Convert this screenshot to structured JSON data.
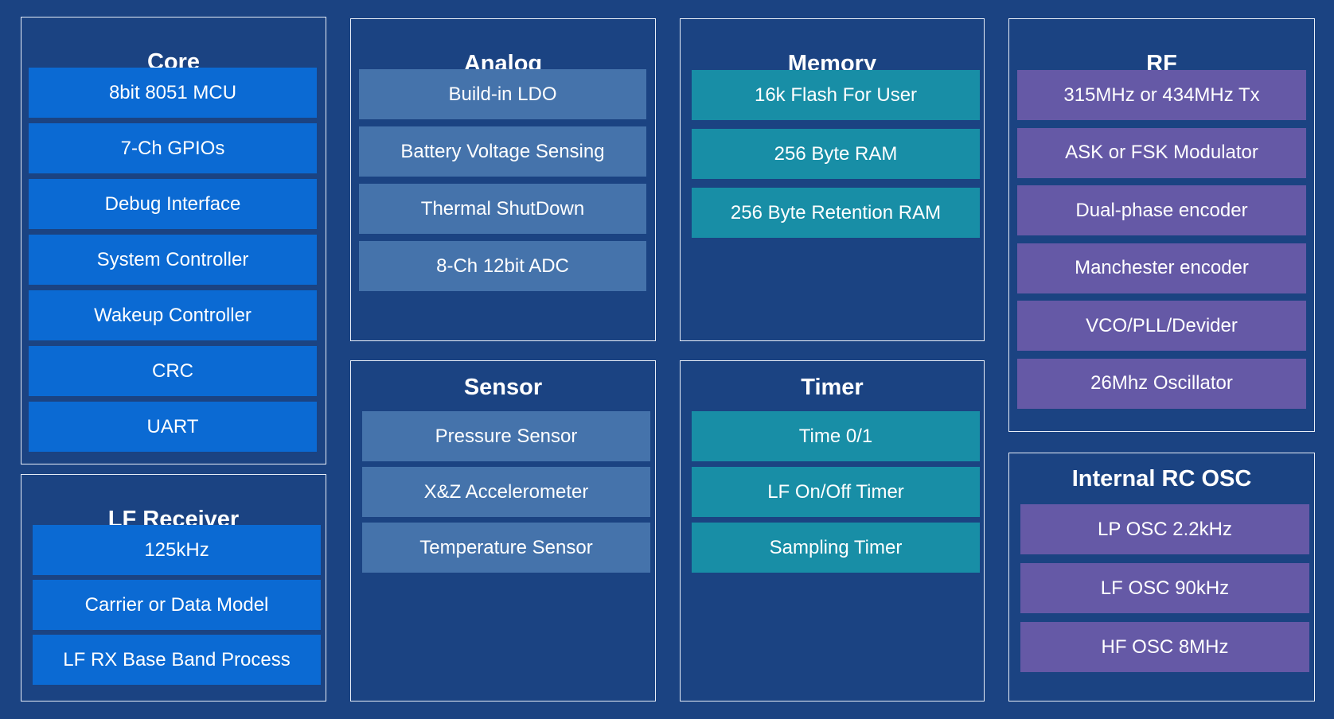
{
  "colors": {
    "background": "#1b4382",
    "border": "#e8eef8",
    "core": "#0b6ad3",
    "analog": "#4573ab",
    "memory": "#188ea6",
    "rf": "#6559a6"
  },
  "panels": [
    {
      "id": "core",
      "title": "Core",
      "color": "core",
      "items": [
        "8bit 8051 MCU",
        "7-Ch GPIOs",
        "Debug Interface",
        "System Controller",
        "Wakeup Controller",
        "CRC",
        "UART"
      ]
    },
    {
      "id": "lf-receiver",
      "title": "LF Receiver",
      "color": "core",
      "items": [
        "125kHz",
        "Carrier or Data Model",
        "LF RX Base Band Process"
      ]
    },
    {
      "id": "analog",
      "title": "Analog",
      "color": "analog",
      "items": [
        "Build-in LDO",
        "Battery Voltage Sensing",
        "Thermal ShutDown",
        "8-Ch 12bit ADC"
      ]
    },
    {
      "id": "sensor",
      "title": "Sensor",
      "color": "analog",
      "items": [
        "Pressure Sensor",
        "X&Z Accelerometer",
        "Temperature Sensor"
      ]
    },
    {
      "id": "memory",
      "title": "Memory",
      "color": "memory",
      "items": [
        "16k Flash For User",
        "256 Byte RAM",
        "256 Byte Retention RAM"
      ]
    },
    {
      "id": "timer",
      "title": "Timer",
      "color": "memory",
      "items": [
        "Time 0/1",
        "LF On/Off Timer",
        "Sampling Timer"
      ]
    },
    {
      "id": "rf",
      "title": "RF",
      "color": "rf",
      "items": [
        "315MHz or 434MHz Tx",
        "ASK or FSK Modulator",
        "Dual-phase encoder",
        "Manchester encoder",
        "VCO/PLL/Devider",
        "26Mhz Oscillator"
      ]
    },
    {
      "id": "internal-rc-osc",
      "title": "Internal RC OSC",
      "color": "rf",
      "items": [
        "LP OSC 2.2kHz",
        "LF OSC 90kHz",
        "HF OSC 8MHz"
      ]
    }
  ]
}
